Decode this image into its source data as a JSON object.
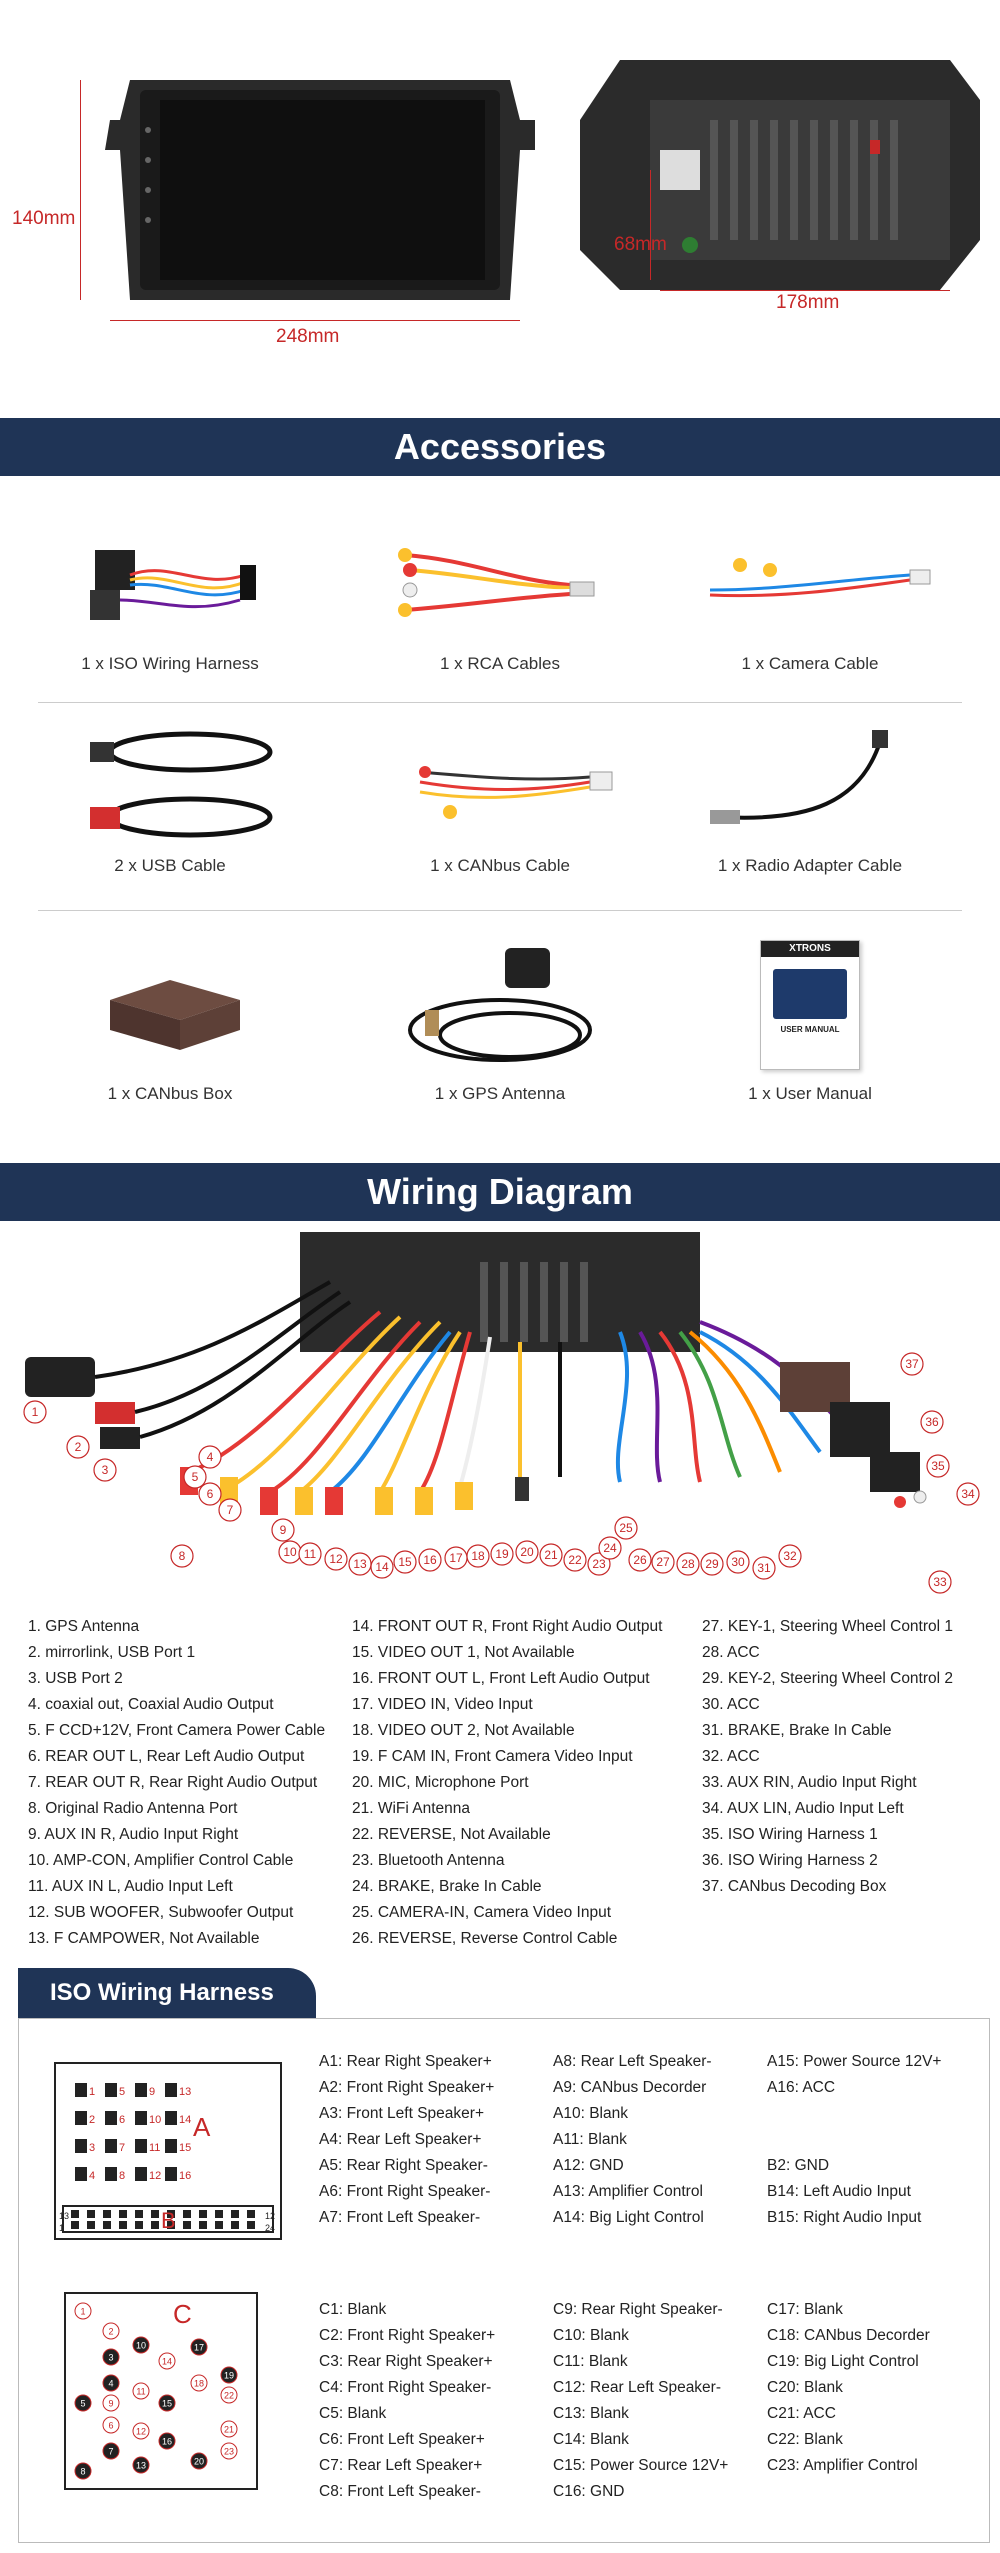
{
  "dimensions": {
    "height": "140mm",
    "width": "248mm",
    "depth": "68mm",
    "back_width": "178mm"
  },
  "accessories": {
    "title": "Accessories",
    "items": [
      {
        "label": "1 x ISO Wiring Harness"
      },
      {
        "label": "1 x RCA Cables"
      },
      {
        "label": "1 x Camera Cable"
      },
      {
        "label": "2 x USB Cable"
      },
      {
        "label": "1 x CANbus Cable"
      },
      {
        "label": "1 x Radio Adapter Cable"
      },
      {
        "label": "1 x CANbus Box"
      },
      {
        "label": "1 x GPS Antenna"
      },
      {
        "label": "1 x User Manual"
      }
    ],
    "manual_brand": "XTRONS",
    "manual_title": "USER MANUAL"
  },
  "wiring": {
    "title": "Wiring Diagram",
    "callouts": [
      "1",
      "2",
      "3",
      "4",
      "5",
      "6",
      "7",
      "8",
      "9",
      "10",
      "11",
      "12",
      "13",
      "14",
      "15",
      "16",
      "17",
      "18",
      "19",
      "20",
      "21",
      "22",
      "23",
      "24",
      "25",
      "26",
      "27",
      "28",
      "29",
      "30",
      "31",
      "32",
      "33",
      "34",
      "35",
      "36",
      "37"
    ],
    "legend": [
      [
        "1. GPS Antenna",
        "2. mirrorlink, USB Port 1",
        "3. USB Port 2",
        "4. coaxial out, Coaxial Audio Output",
        "5. F CCD+12V, Front Camera Power Cable",
        "6. REAR OUT L, Rear Left Audio Output",
        "7. REAR OUT R, Rear Right Audio Output",
        "8. Original Radio Antenna Port",
        "9. AUX IN R, Audio Input Right",
        "10. AMP-CON, Amplifier Control Cable",
        "11. AUX IN L, Audio Input Left",
        "12. SUB WOOFER, Subwoofer Output",
        "13. F CAMPOWER, Not Available"
      ],
      [
        "14. FRONT OUT R, Front Right Audio Output",
        "15. VIDEO OUT 1, Not Available",
        "16. FRONT OUT L, Front Left Audio Output",
        "17. VIDEO IN, Video Input",
        "18. VIDEO OUT 2, Not Available",
        "19. F CAM IN, Front Camera Video Input",
        "20. MIC, Microphone Port",
        "21. WiFi Antenna",
        "22. REVERSE, Not Available",
        "23. Bluetooth Antenna",
        "24. BRAKE, Brake In Cable",
        "25. CAMERA-IN, Camera Video Input",
        "26. REVERSE, Reverse Control Cable"
      ],
      [
        "27. KEY-1, Steering Wheel Control 1",
        "28. ACC",
        "29. KEY-2, Steering Wheel Control 2",
        "30. ACC",
        "31. BRAKE,  Brake In Cable",
        "32. ACC",
        "33. AUX RIN, Audio Input Right",
        "34. AUX LIN, Audio Input Left",
        "35. ISO Wiring Harness 1",
        "36. ISO Wiring Harness 2",
        "37. CANbus Decoding Box"
      ]
    ]
  },
  "iso": {
    "title": "ISO Wiring Harness",
    "connector_a_label": "A",
    "connector_b_label": "B",
    "connector_c_label": "C",
    "a_pins": [
      [
        "1",
        "5",
        "9",
        "13"
      ],
      [
        "2",
        "6",
        "10",
        "14"
      ],
      [
        "3",
        "7",
        "11",
        "15"
      ],
      [
        "4",
        "8",
        "12",
        "16"
      ]
    ],
    "b_pins_left": "13",
    "b_pins_right_top": "12",
    "b_pins_right_bottom": "24",
    "b_pins_left_bottom": "1",
    "c_pins": [
      "1",
      "2",
      "3",
      "4",
      "5",
      "6",
      "7",
      "8",
      "9",
      "10",
      "11",
      "12",
      "13",
      "14",
      "15",
      "16",
      "17",
      "18",
      "19",
      "20",
      "21",
      "22",
      "23"
    ],
    "group1": [
      [
        "A1: Rear Right Speaker+",
        "A2: Front Right Speaker+",
        "A3: Front Left Speaker+",
        "A4: Rear Left Speaker+",
        "A5: Rear Right Speaker-",
        "A6: Front Right Speaker-",
        "A7: Front Left Speaker-"
      ],
      [
        "A8: Rear Left Speaker-",
        "A9: CANbus Decorder",
        "A10: Blank",
        "A11: Blank",
        "A12: GND",
        "A13: Amplifier Control",
        "A14: Big Light Control"
      ],
      [
        "A15: Power Source 12V+",
        "A16: ACC",
        "",
        "",
        "B2: GND",
        "B14: Left Audio Input",
        "B15: Right Audio Input"
      ]
    ],
    "group2": [
      [
        "C1: Blank",
        "C2: Front Right Speaker+",
        "C3: Rear Right Speaker+",
        "C4: Front Right Speaker-",
        "C5: Blank",
        "C6: Front Left Speaker+",
        "C7: Rear Left Speaker+",
        "C8: Front Left Speaker-"
      ],
      [
        "C9: Rear Right Speaker-",
        "C10: Blank",
        "C11: Blank",
        "C12: Rear Left Speaker-",
        "C13: Blank",
        "C14: Blank",
        "C15: Power Source 12V+",
        "C16: GND"
      ],
      [
        "C17: Blank",
        "C18: CANbus Decorder",
        "C19: Big Light Control",
        "C20: Blank",
        "C21: ACC",
        "C22: Blank",
        "C23: Amplifier Control"
      ]
    ]
  },
  "colors": {
    "banner": "#1f3456",
    "dimension": "#c62828"
  }
}
